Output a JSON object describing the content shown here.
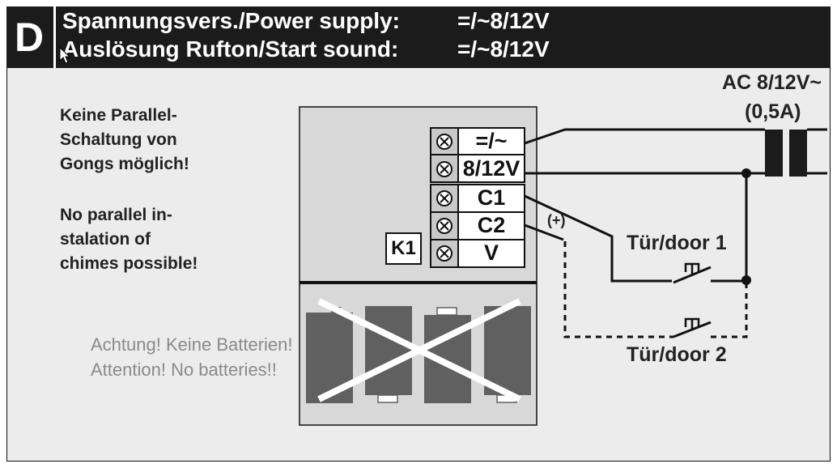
{
  "header": {
    "letter": "D",
    "line1_label": "Spannungsvers./Power supply:",
    "line1_value": "=/~8/12V",
    "line2_label": "Auslösung Rufton/Start sound:",
    "line2_value": "=/~8/12V"
  },
  "notes": {
    "de": [
      "Keine Parallel-",
      "Schaltung von",
      "Gongs möglich!"
    ],
    "en": [
      "No parallel in-",
      "stalation of",
      "chimes possible!"
    ]
  },
  "warning": {
    "de": "Achtung! Keine Batterien!",
    "en": "Attention! No batteries!!"
  },
  "terminals": {
    "t1": "=/~",
    "t2": "8/12V",
    "t3": "C1",
    "t4": "C2",
    "t5": "V",
    "relay": "K1"
  },
  "power": {
    "label": "AC 8/12V~",
    "current": "(0,5A)"
  },
  "doors": {
    "door1": "Tür/door 1",
    "door2": "Tür/door 2",
    "polarity": "(+)"
  },
  "colors": {
    "header_bg": "#1b1b1b",
    "panel_bg": "#ececec",
    "battery_fill": "#606060",
    "cross": "#ffffff"
  }
}
